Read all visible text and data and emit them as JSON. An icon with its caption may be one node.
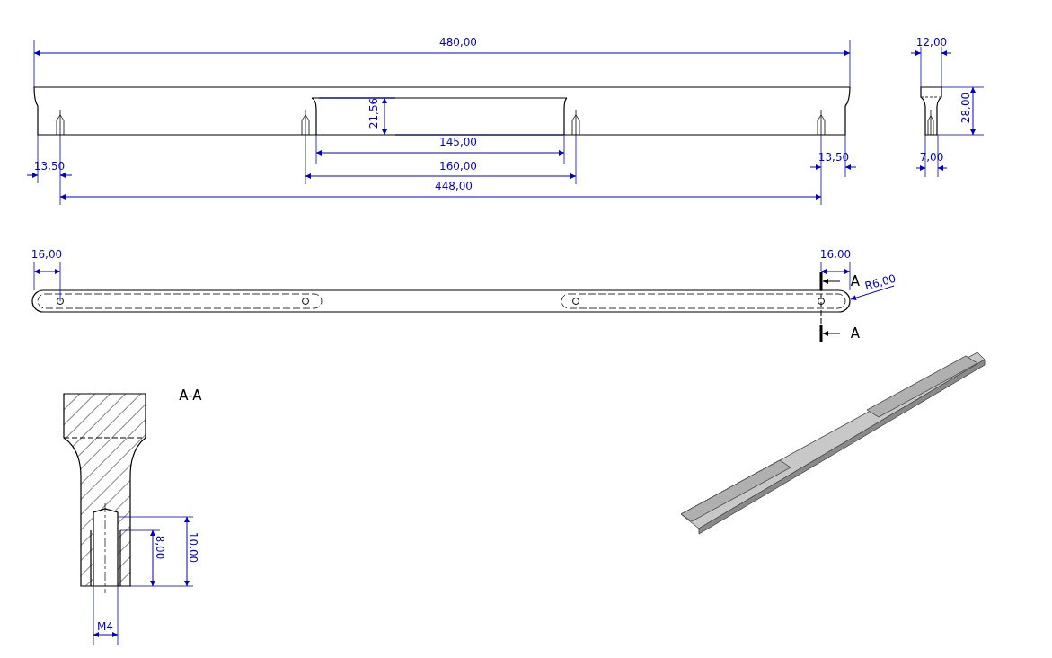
{
  "diagram": {
    "labels": [
      "480,00",
      "12,00",
      "21,56",
      "28,00",
      "145,00",
      "13,50",
      "160,00",
      "13,50",
      "7,00",
      "448,00",
      "16,00",
      "16,00",
      "A",
      "R6,00",
      "A",
      "A-A",
      "8,00",
      "10,00",
      "M4"
    ]
  }
}
